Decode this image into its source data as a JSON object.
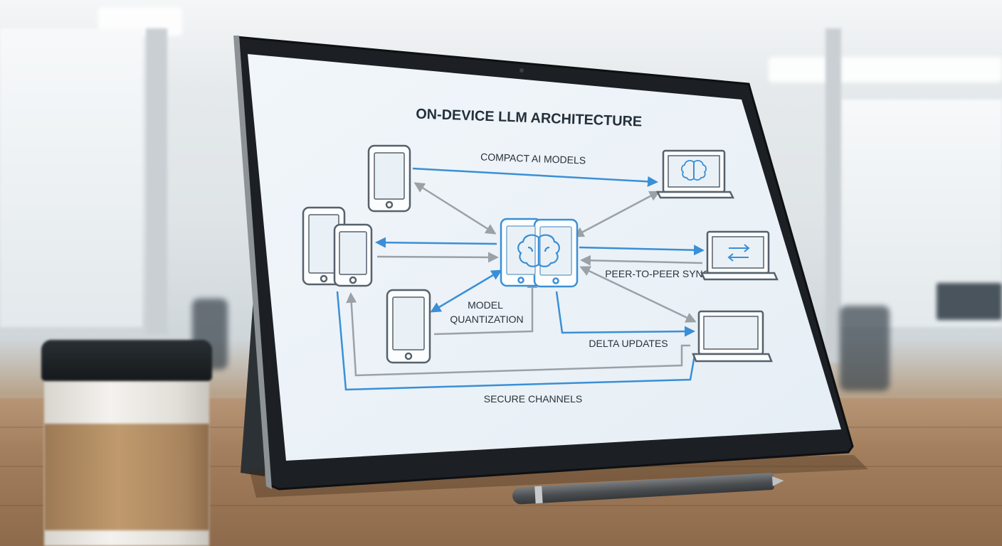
{
  "diagram": {
    "title": "ON-DEVICE LLM ARCHITECTURE",
    "labels": {
      "compact_models": "COMPACT AI MODELS",
      "peer_sync": "PEER-TO-PEER SYNC",
      "model_line1": "MODEL",
      "model_line2": "QUANTIZATION",
      "delta_updates": "DELTA UPDATES",
      "secure_channels": "SECURE CHANNELS"
    },
    "colors": {
      "blue_arrow": "#3a8fd6",
      "gray_arrow": "#9aa1a7",
      "device_stroke": "#56616b",
      "screen_bg": "#eaf1f6"
    },
    "icons": [
      "phone-icon",
      "laptop-icon",
      "brain-icon",
      "sync-arrows-icon"
    ]
  }
}
